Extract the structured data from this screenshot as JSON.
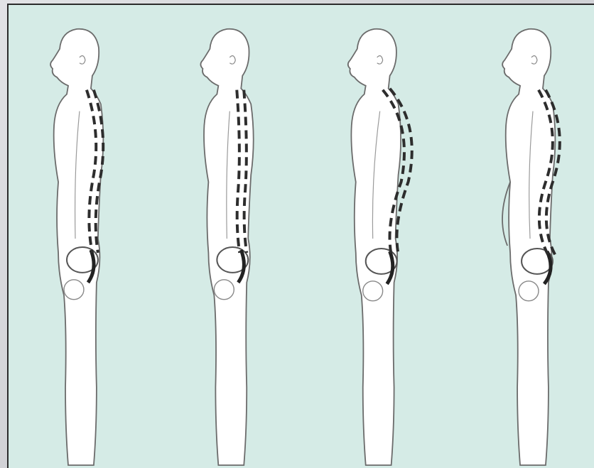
{
  "figures": [
    {
      "name": "figure-normal-posture",
      "spine_shape": "normal"
    },
    {
      "name": "figure-flat-back",
      "spine_shape": "flat"
    },
    {
      "name": "figure-kyphotic-posture",
      "spine_shape": "kyphotic"
    },
    {
      "name": "figure-lordotic-posture",
      "spine_shape": "lordotic"
    }
  ],
  "colors": {
    "background": "#d5ebe6",
    "outline": "#6b6b6b",
    "spine": "#2d2d2d",
    "body_fill": "#ffffff"
  }
}
